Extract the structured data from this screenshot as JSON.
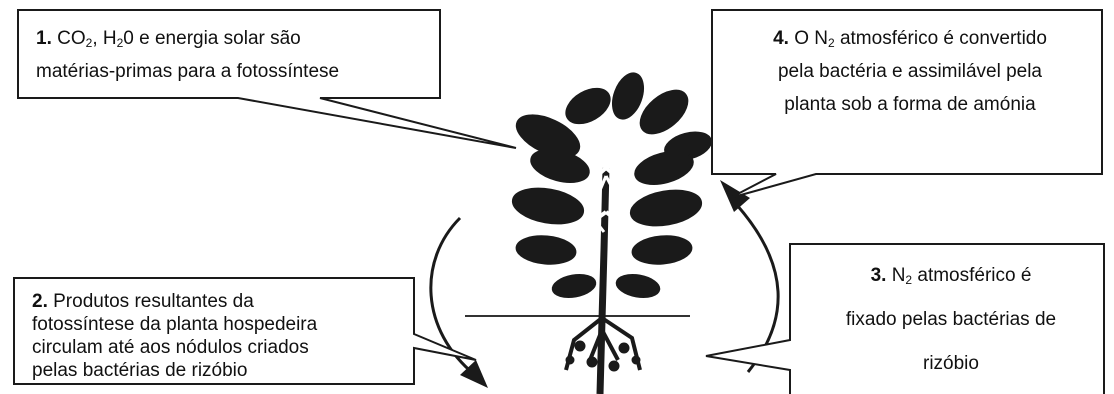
{
  "callouts": {
    "c1": {
      "number": "1.",
      "line1_pre": " CO",
      "line1_sub1": "2",
      "line1_mid": ", H",
      "line1_sub2": "2",
      "line1_post": "0 e energia solar são",
      "line2": "matérias-primas para a fotossíntese"
    },
    "c2": {
      "number": "2.",
      "line1_post": " Produtos resultantes da",
      "line2": "fotossíntese da planta hospedeira",
      "line3": "circulam até aos nódulos criados",
      "line4": "pelas bactérias de rizóbio"
    },
    "c3": {
      "number": "3.",
      "line1_pre": " N",
      "line1_sub": "2",
      "line1_post": " atmosférico é",
      "line2": "fixado pelas bactérias de",
      "line3": "rizóbio"
    },
    "c4": {
      "number": "4.",
      "line1_pre": " O N",
      "line1_sub": "2",
      "line1_post": " atmosférico é convertido",
      "line2": "pela bactéria e assimilável pela",
      "line3": "planta sob a forma de amónia"
    }
  },
  "colors": {
    "ink": "#111111",
    "background": "#ffffff"
  }
}
